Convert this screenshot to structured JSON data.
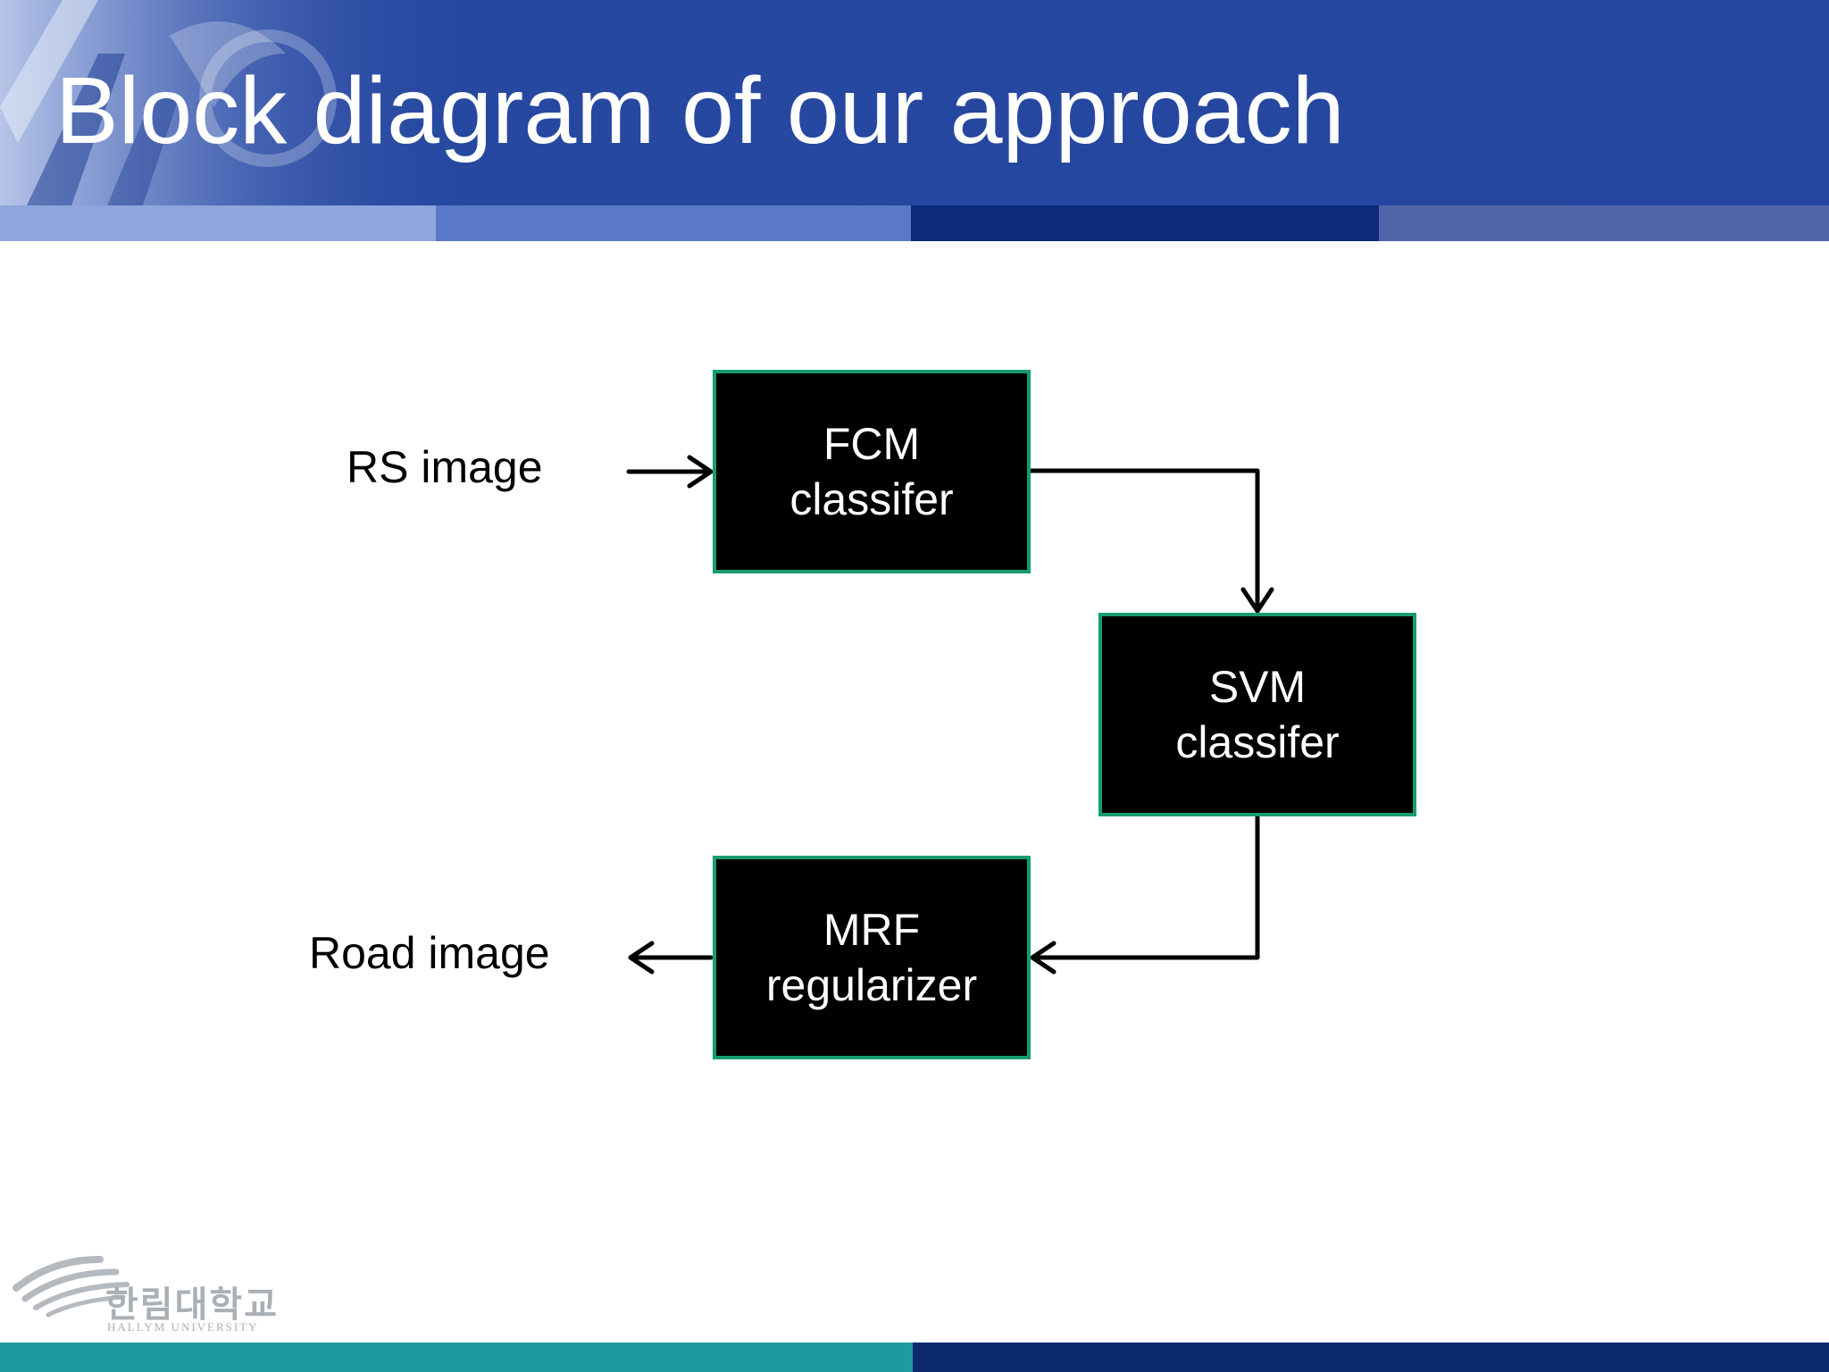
{
  "slide": {
    "title": "Block diagram of our approach"
  },
  "diagram": {
    "input_label": "RS image",
    "output_label": "Road image",
    "blocks": [
      {
        "line1": "FCM",
        "line2": "classifer"
      },
      {
        "line1": "SVM",
        "line2": "classifer"
      },
      {
        "line1": "MRF",
        "line2": "regularizer"
      }
    ]
  },
  "logo": {
    "name": "한림대학교",
    "subtitle": "HALLYM UNIVERSITY"
  },
  "colors": {
    "header_blue": "#2546a0",
    "block_fill": "#000000",
    "block_border": "#169d6f",
    "footer_teal": "#1e9a9e",
    "footer_navy": "#0d2a6e"
  }
}
